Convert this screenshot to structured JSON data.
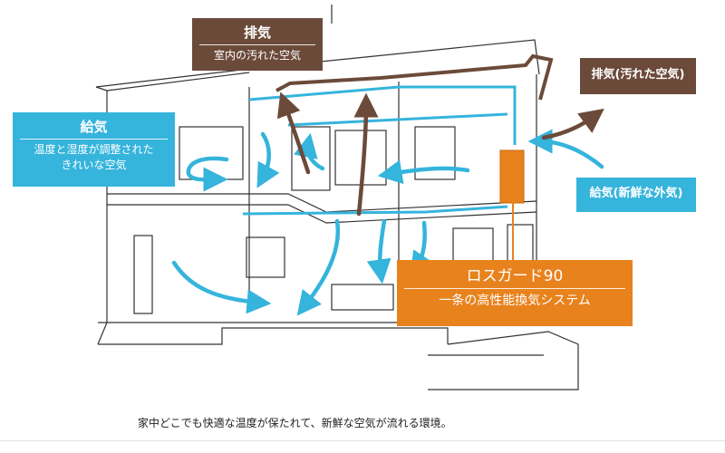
{
  "labels": {
    "exhaust_top": {
      "title": "排気",
      "sub": "室内の汚れた空気"
    },
    "supply_left": {
      "title": "給気",
      "sub_line1": "温度と湿度が調整された",
      "sub_line2": "きれいな空気"
    },
    "exhaust_right": {
      "title": "排気(汚れた空気)"
    },
    "supply_right": {
      "title": "給気(新鮮な外気)"
    },
    "lossguard": {
      "title": "ロスガード90",
      "sub": "一条の高性能換気システム"
    }
  },
  "caption": "家中どこでも快適な温度が保たれて、新鮮な空気が流れる環境。",
  "colors": {
    "exhaust": "#6b4a3a",
    "supply": "#35b4dc",
    "lossguard": "#e8821d",
    "line": "#333333"
  }
}
